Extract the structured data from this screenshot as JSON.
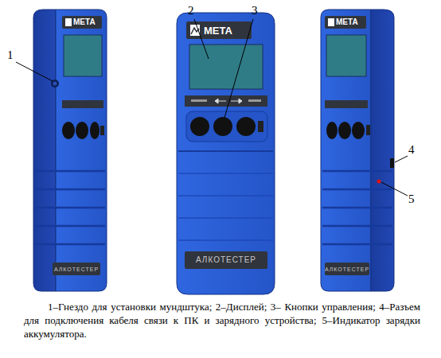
{
  "diagram": {
    "caption": "1–Гнездо для установки мундштука; 2–Дисплей; 3– Кнопки управления; 4–Разъем для подключения кабеля связи к ПК и зарядного устройства; 5–Индикатор зарядки аккумулятора.",
    "labels": [
      "1",
      "2",
      "3",
      "4",
      "5",
      "МЕТА",
      "МЕТА",
      "МЕТА",
      "АЛКОТЕСТЕР",
      "АЛКОТЕСТЕР",
      "АЛКОТЕСТЕР"
    ]
  }
}
